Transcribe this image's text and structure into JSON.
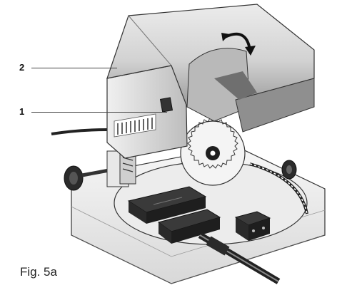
{
  "figure": {
    "caption": "Fig. 5a",
    "callouts": [
      {
        "label": "2"
      },
      {
        "label": "1"
      }
    ]
  },
  "icons": {
    "rotation_arrow": "curved-arrow-icon",
    "blade": "saw-blade-icon"
  },
  "colors": {
    "housing_light": "#e4e4e4",
    "housing_mid": "#c9c9c9",
    "housing_dark": "#8a8a8a",
    "line_art": "#2a2a2a",
    "base": "#f2f2f2"
  }
}
